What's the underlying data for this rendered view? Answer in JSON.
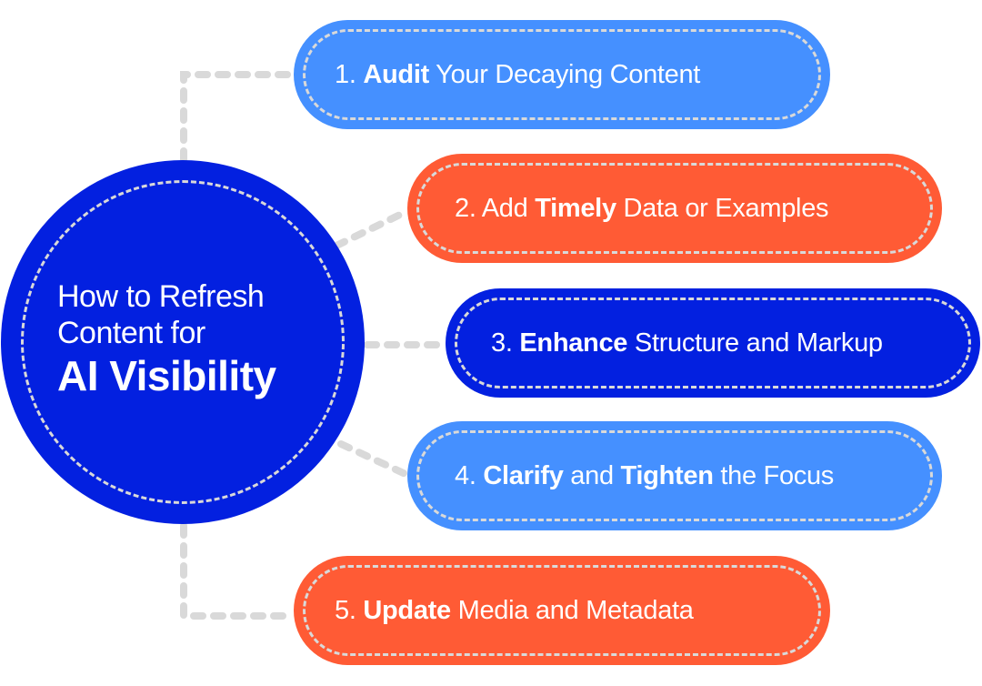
{
  "colors": {
    "hub": "#0320E0",
    "light_blue": "#4590FF",
    "orange": "#FF5B35",
    "dark_blue": "#0320E0",
    "connector": "#D9D9D9"
  },
  "hub": {
    "line1": "How to Refresh",
    "line2": "Content for",
    "line3": "AI Visibility"
  },
  "steps": [
    {
      "number": "1.",
      "bold": "Audit",
      "pre": "",
      "rest": " Your Decaying Content",
      "color": "light_blue"
    },
    {
      "number": "2.",
      "pre": " Add ",
      "bold": "Timely",
      "rest": " Data or Examples",
      "color": "orange"
    },
    {
      "number": "3.",
      "pre": " ",
      "bold": "Enhance",
      "rest": " Structure and Markup",
      "color": "dark_blue"
    },
    {
      "number": "4.",
      "pre": " ",
      "bold": "Clarify",
      "mid": " and ",
      "bold2": "Tighten",
      "rest": " the Focus",
      "color": "light_blue"
    },
    {
      "number": "5.",
      "pre": " ",
      "bold": "Update",
      "rest": " Media and Metadata",
      "color": "orange"
    }
  ]
}
